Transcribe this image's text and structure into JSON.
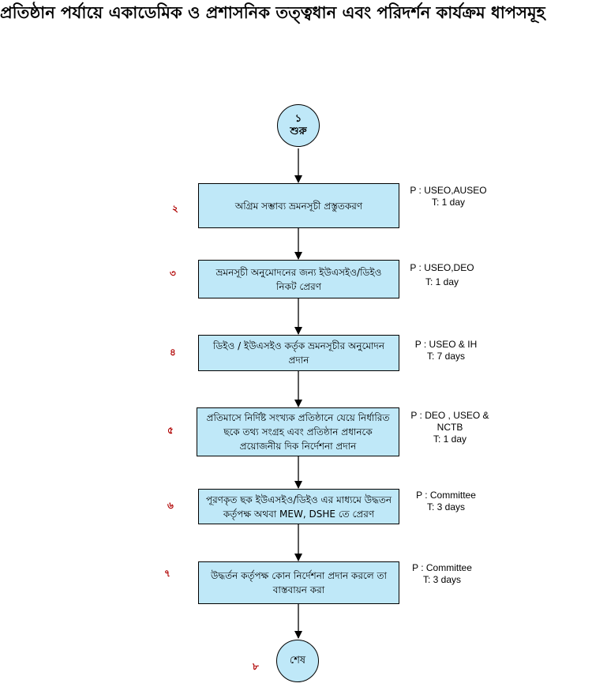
{
  "title": "প্রতিষ্ঠান পর্যায়ে একাডেমিক ও প্রশাসনিক তত্ত্বধান এবং পরিদর্শন কার্যক্রম ধাপসমূহ",
  "start": {
    "number": "১",
    "label": "শুরু"
  },
  "steps": [
    {
      "number": "২",
      "text": "অগ্রিম সম্ভাব্য ভ্রমনসূচী প্রস্তুতকরণ",
      "p": "P : USEO,AUSEO",
      "t": "T: 1 day"
    },
    {
      "number": "৩",
      "text": "ভ্রমনসূচী অনুমোদনের জন্য ইউএসইও/ডিইও নিকট প্রেরণ",
      "p": "P : USEO,DEO",
      "t": "T: 1 day"
    },
    {
      "number": "৪",
      "text": "ডিইও / ইউএসইও কর্তৃক ভ্রমনসূচীর অনুমোদন প্রদান",
      "p": "P : USEO & IH",
      "t": "T: 7 days"
    },
    {
      "number": "৫",
      "text": "প্রতিমাসে নির্দিষ্ট সংখ্যক প্রতিষ্ঠানে যেয়ে নির্ধারিত ছকে তথ্য সংগ্রহ এবং প্রতিষ্ঠান প্রধানকে প্রয়োজনীয় দিক নির্দেশনা প্রদান",
      "p": "P : DEO , USEO & NCTB",
      "t": "T: 1 day"
    },
    {
      "number": "৬",
      "text": "পূরণকৃত ছক ইউএসইও/ডিইও এর মাধ্যমে উদ্ধতন কর্তৃপক্ষ অথবা MEW, DSHE তে প্রেরণ",
      "p": "P : Committee",
      "t": "T: 3 days"
    },
    {
      "number": "৭",
      "text": "উদ্ধর্তন কর্তৃপক্ষ কোন নির্দেশনা প্রদান করলে তা বাস্তবায়ন করা",
      "p": "P : Committee",
      "t": "T: 3 days"
    }
  ],
  "end": {
    "number": "৮",
    "label": "শেষ"
  }
}
